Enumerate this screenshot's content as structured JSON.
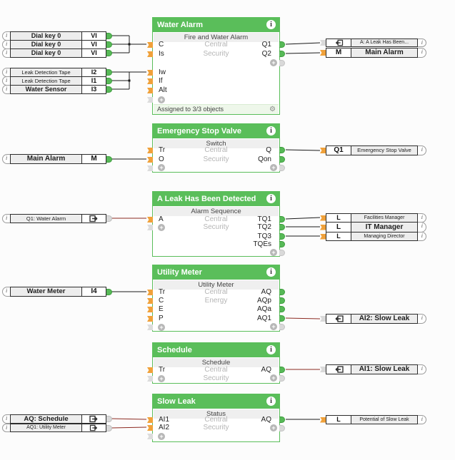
{
  "colors": {
    "block_green": "#5abe5a",
    "connector_orange": "#f0a13a",
    "connector_green": "#57b957",
    "wire_black": "#1a1a1a",
    "wire_ref_red": "#8c2a21",
    "pill_bg": "#ededed",
    "subtitle_bg": "#efefef",
    "footer_bg": "#eef7ea"
  },
  "icons": {
    "info": "i",
    "plus": "+",
    "gear": "⚙"
  },
  "blocks": [
    {
      "title": "Water Alarm",
      "subtitle": "Fire and Water Alarm",
      "footer": "Assigned to 3/3 objects",
      "categories": [
        "Central",
        "Security"
      ],
      "inputs": [
        "C",
        "Is",
        "Iw",
        "If",
        "Alt"
      ],
      "outputs": [
        "Q1",
        "Q2"
      ]
    },
    {
      "title": "Emergency Stop Valve",
      "subtitle": "Switch",
      "categories": [
        "Central",
        "Security"
      ],
      "inputs": [
        "Tr",
        "O"
      ],
      "outputs": [
        "Q",
        "Qon"
      ]
    },
    {
      "title": "A Leak Has Been Detected",
      "subtitle": "Alarm Sequence",
      "categories": [
        "Central",
        "Security"
      ],
      "inputs": [
        "A"
      ],
      "outputs": [
        "TQ1",
        "TQ2",
        "TQ3",
        "TQEs"
      ]
    },
    {
      "title": "Utility Meter",
      "subtitle": "Utility Meter",
      "categories": [
        "Central",
        "Energy"
      ],
      "inputs": [
        "Tr",
        "C",
        "E",
        "P"
      ],
      "outputs": [
        "AQ",
        "AQp",
        "AQa",
        "AQ1"
      ]
    },
    {
      "title": "Schedule",
      "subtitle": "Schedule",
      "categories": [
        "Central",
        "Security"
      ],
      "inputs": [
        "Tr"
      ],
      "outputs": [
        "AQ"
      ]
    },
    {
      "title": "Slow Leak",
      "subtitle": "Status",
      "categories": [
        "Central",
        "Security"
      ],
      "inputs": [
        "AI1",
        "AI2"
      ],
      "outputs": [
        "AQ"
      ]
    }
  ],
  "left_pills": [
    {
      "label": "Dial key 0",
      "code": "VI"
    },
    {
      "label": "Dial key 0",
      "code": "VI"
    },
    {
      "label": "Dial key 0",
      "code": "VI"
    },
    {
      "label": "Leak Detection Tape",
      "code": "I2"
    },
    {
      "label": "Leak Detection Tape",
      "code": "I1"
    },
    {
      "label": "Water Sensor",
      "code": "I3"
    },
    {
      "label": "Main Alarm",
      "code": "M"
    },
    {
      "label": "Q1: Water Alarm"
    },
    {
      "label": "Water Meter",
      "code": "I4"
    },
    {
      "label": "AQ: Schedule"
    },
    {
      "label": "AQ1: Utility Meter"
    }
  ],
  "right_pills": [
    {
      "label": "A: A Leak Has Been..."
    },
    {
      "label": "Main Alarm",
      "code": "M"
    },
    {
      "label": "Emergency Stop Valve",
      "code": "Q1"
    },
    {
      "label": "Facilities Manager",
      "code": "L"
    },
    {
      "label": "IT Manager",
      "code": "L"
    },
    {
      "label": "Managing Director",
      "code": "L"
    },
    {
      "label": "AI2: Slow Leak"
    },
    {
      "label": "AI1: Slow Leak"
    },
    {
      "label": "Potential of Slow Leak",
      "code": "L"
    }
  ]
}
